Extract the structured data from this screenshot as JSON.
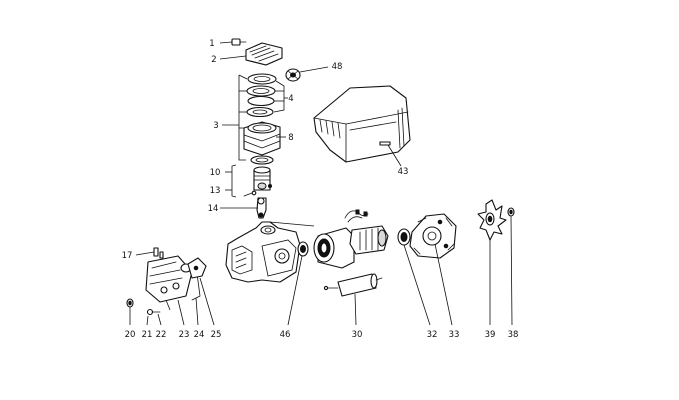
{
  "diagram": {
    "type": "exploded-parts-view",
    "callouts": {
      "c1": "1",
      "c2": "2",
      "c3": "3",
      "c4": "4",
      "c8": "8",
      "c10": "10",
      "c13": "13",
      "c14": "14",
      "c17": "17",
      "c20": "20",
      "c21": "21",
      "c22": "22",
      "c23": "23",
      "c24": "24",
      "c25": "25",
      "c30": "30",
      "c32": "32",
      "c33": "33",
      "c38": "38",
      "c39": "39",
      "c43": "43",
      "c46": "46",
      "c48": "48"
    }
  }
}
